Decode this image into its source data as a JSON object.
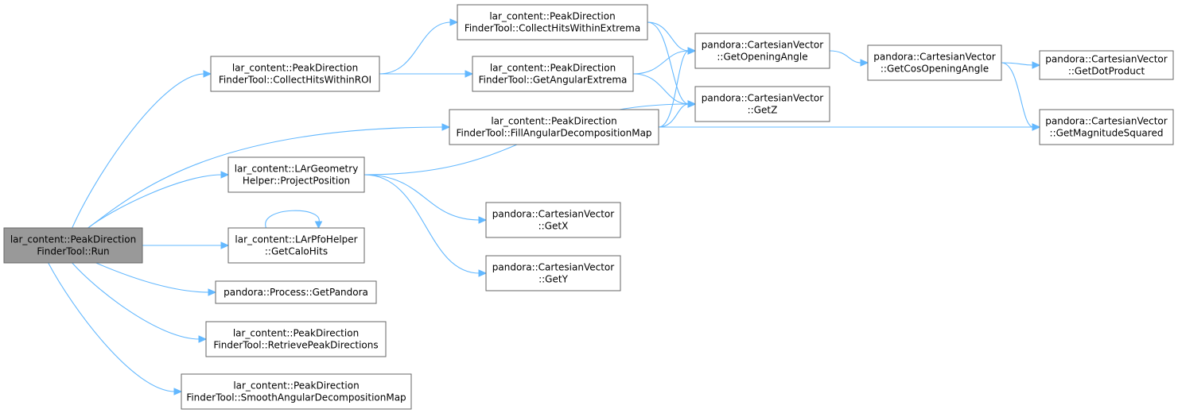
{
  "graph": {
    "nodes": {
      "run": [
        "lar_content::PeakDirection",
        "FinderTool::Run"
      ],
      "collectROI": [
        "lar_content::PeakDirection",
        "FinderTool::CollectHitsWithinROI"
      ],
      "collectExtrema": [
        "lar_content::PeakDirection",
        "FinderTool::CollectHitsWithinExtrema"
      ],
      "getAngularExtrema": [
        "lar_content::PeakDirection",
        "FinderTool::GetAngularExtrema"
      ],
      "fillMap": [
        "lar_content::PeakDirection",
        "FinderTool::FillAngularDecompositionMap"
      ],
      "projectPosition": [
        "lar_content::LArGeometry",
        "Helper::ProjectPosition"
      ],
      "getCaloHits": [
        "lar_content::LArPfoHelper",
        "::GetCaloHits"
      ],
      "getPandora": [
        "pandora::Process::GetPandora"
      ],
      "retrievePeak": [
        "lar_content::PeakDirection",
        "FinderTool::RetrievePeakDirections"
      ],
      "smoothMap": [
        "lar_content::PeakDirection",
        "FinderTool::SmoothAngularDecompositionMap"
      ],
      "getOpeningAngle": [
        "pandora::CartesianVector",
        "::GetOpeningAngle"
      ],
      "getZ": [
        "pandora::CartesianVector",
        "::GetZ"
      ],
      "getCosOpeningAngle": [
        "pandora::CartesianVector",
        "::GetCosOpeningAngle"
      ],
      "getDotProduct": [
        "pandora::CartesianVector",
        "::GetDotProduct"
      ],
      "getMagnitudeSquared": [
        "pandora::CartesianVector",
        "::GetMagnitudeSquared"
      ],
      "getX": [
        "pandora::CartesianVector",
        "::GetX"
      ],
      "getY": [
        "pandora::CartesianVector",
        "::GetY"
      ]
    },
    "edges": [
      [
        "run",
        "collectROI"
      ],
      [
        "run",
        "fillMap"
      ],
      [
        "run",
        "projectPosition"
      ],
      [
        "run",
        "getCaloHits"
      ],
      [
        "run",
        "getPandora"
      ],
      [
        "run",
        "retrievePeak"
      ],
      [
        "run",
        "smoothMap"
      ],
      [
        "collectROI",
        "collectExtrema"
      ],
      [
        "collectROI",
        "getAngularExtrema"
      ],
      [
        "collectExtrema",
        "getOpeningAngle"
      ],
      [
        "collectExtrema",
        "getZ"
      ],
      [
        "getAngularExtrema",
        "getOpeningAngle"
      ],
      [
        "getAngularExtrema",
        "getZ"
      ],
      [
        "fillMap",
        "getOpeningAngle"
      ],
      [
        "fillMap",
        "getZ"
      ],
      [
        "fillMap",
        "getMagnitudeSquared"
      ],
      [
        "projectPosition",
        "getZ"
      ],
      [
        "projectPosition",
        "getX"
      ],
      [
        "projectPosition",
        "getY"
      ],
      [
        "getCaloHits",
        "getCaloHits"
      ],
      [
        "getOpeningAngle",
        "getCosOpeningAngle"
      ],
      [
        "getCosOpeningAngle",
        "getDotProduct"
      ],
      [
        "getCosOpeningAngle",
        "getMagnitudeSquared"
      ]
    ]
  }
}
